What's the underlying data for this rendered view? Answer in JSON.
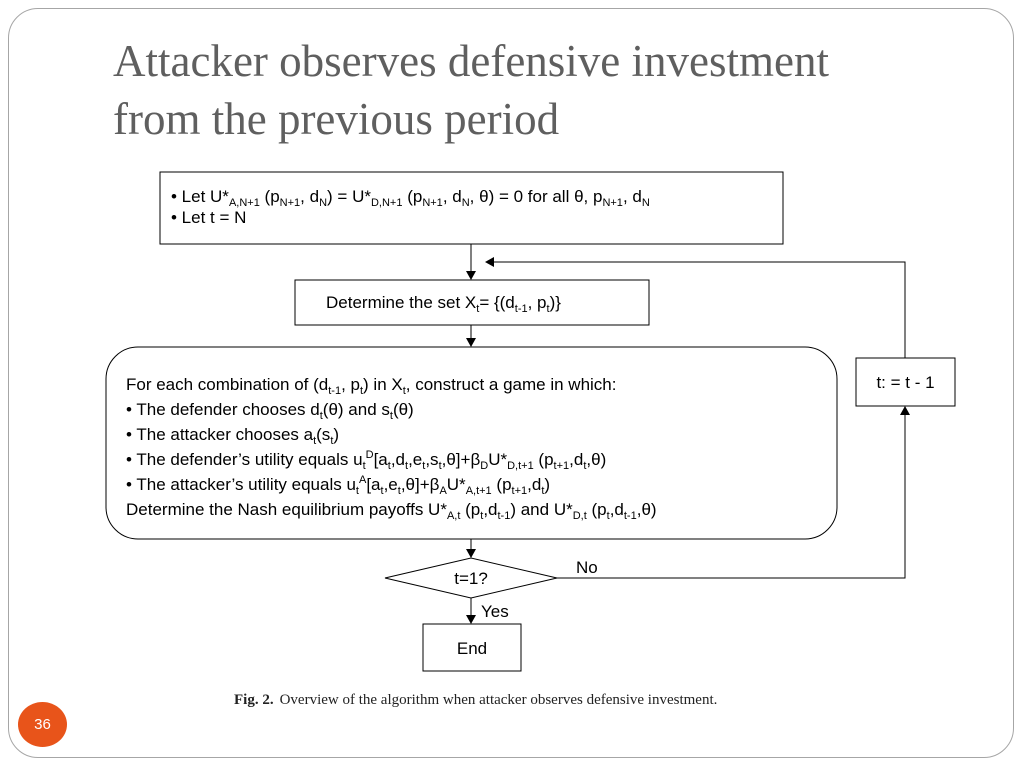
{
  "slide": {
    "title_line1": "Attacker observes defensive investment",
    "title_line2": "from the previous period",
    "page_number": "36",
    "accent_color": "#e8541a"
  },
  "flowchart": {
    "init_box": {
      "line1": "• Let U*A,N+1 (pN+1, dN) = U*D,N+1 (pN+1, dN, θ) = 0 for all θ, pN+1, dN",
      "line2": "• Let t = N"
    },
    "set_box": "Determine the set Xt= {(dt-1, pt)}",
    "game_box": {
      "intro": "For each combination of (dt-1, pt) in Xt, construct a game in which:",
      "bullet1": "• The defender chooses dt(θ) and st(θ)",
      "bullet2": "• The attacker chooses at(st)",
      "bullet3": "• The defender’s utility equals utD[at,dt,et,st,θ]+βDU*D,t+1 (pt+1,dt,θ)",
      "bullet4": "• The attacker’s utility equals utA[at,et,θ]+βAU*A,t+1 (pt+1,dt)",
      "outro": "Determine the Nash equilibrium payoffs U*A,t (pt,dt-1) and U*D,t (pt,dt-1,θ)"
    },
    "decrement_box": "t: = t - 1",
    "decision": "t=1?",
    "no_label": "No",
    "yes_label": "Yes",
    "end_box": "End"
  },
  "caption": {
    "label": "Fig. 2.",
    "text": "Overview of the algorithm when attacker observes defensive investment."
  }
}
